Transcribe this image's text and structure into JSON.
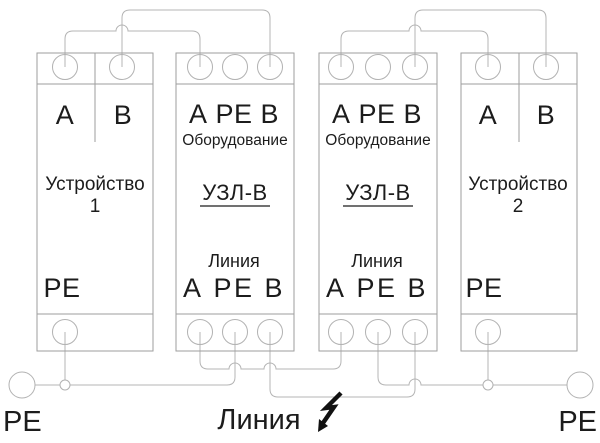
{
  "diagram": {
    "type": "surge-protection-wiring-diagram",
    "colors": {
      "wire": "#b4b4b4",
      "block_border": "#9e9e9e",
      "text": "#1c1c1c",
      "bolt": "#111111"
    }
  },
  "device1": {
    "terminal_a": "А",
    "terminal_b": "В",
    "name_line1": "Устройство",
    "name_line2": "1",
    "pe": "РЕ"
  },
  "uzl1": {
    "terminals_top": "А РЕ В",
    "side_top": "Оборудование",
    "model": "УЗЛ-В",
    "side_bottom": "Линия",
    "terminals_bottom": "А РЕ В"
  },
  "uzl2": {
    "terminals_top": "А РЕ В",
    "side_top": "Оборудование",
    "model": "УЗЛ-В",
    "side_bottom": "Линия",
    "terminals_bottom": "А РЕ В"
  },
  "device2": {
    "terminal_a": "А",
    "terminal_b": "В",
    "name_line1": "Устройство",
    "name_line2": "2",
    "pe": "РЕ"
  },
  "footer": {
    "pe_left": "РЕ",
    "line_label": "Линия",
    "bolt_icon": "lightning-bolt",
    "pe_right": "РЕ"
  }
}
